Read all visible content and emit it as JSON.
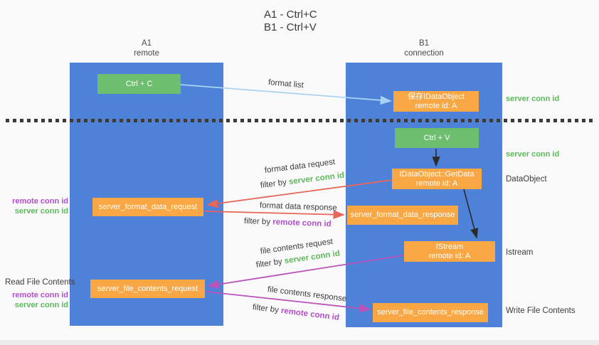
{
  "title": {
    "line1": "A1 - Ctrl+C",
    "line2": "B1 - Ctrl+V"
  },
  "columns": {
    "left": {
      "name": "A1",
      "subtitle": "remote"
    },
    "right": {
      "name": "B1",
      "subtitle": "connection"
    }
  },
  "nodes": {
    "ctrl_c": {
      "label": "Ctrl + C"
    },
    "ctrl_v": {
      "label": "Ctrl + V"
    },
    "save_dataobject": {
      "line1": "保存IDataObject",
      "line2": "remote id: A"
    },
    "getdata": {
      "line1": "IDataObject::GetData",
      "line2": "remote id: A"
    },
    "format_request": {
      "label": "server_format_data_request"
    },
    "format_response": {
      "label": "server_format_data_response"
    },
    "istream": {
      "line1": "IStream",
      "line2": "remote id: A"
    },
    "file_request": {
      "label": "server_file_contents_request"
    },
    "file_response": {
      "label": "server_file_contents_response"
    }
  },
  "flows": {
    "format_list": {
      "label": "format list"
    },
    "format_request": {
      "label": "format data request",
      "filter_prefix": "filter by",
      "filter_key": "server conn id"
    },
    "format_response": {
      "label": "format data response",
      "filter_prefix": "filter by",
      "filter_key": "remote conn id"
    },
    "file_request": {
      "label": "file contents request",
      "filter_prefix": "filter by",
      "filter_key": "server conn id"
    },
    "file_response": {
      "label": "file contents response",
      "filter_prefix": "filter by",
      "filter_key": "remote conn id"
    }
  },
  "side_labels": {
    "left_format": {
      "remote": "remote conn id",
      "server": "server conn id"
    },
    "read_file": "Read File Contents",
    "left_file": {
      "remote": "remote conn id",
      "server": "server conn id"
    },
    "server_conn_top": "server conn id",
    "server_conn_mid": "server conn id",
    "dataobject": "DataObject",
    "istream": "Istream",
    "write_file": "Write File Contents"
  },
  "colors": {
    "column_blue": "#4d82d8",
    "node_green": "#6ebe70",
    "node_orange": "#f9a744",
    "arrow_lightblue": "#a9d3f2",
    "arrow_red": "#e8655a",
    "arrow_magenta": "#bb53bb",
    "arrow_black": "#2b2b2b",
    "label_green": "#5cb85c",
    "label_purple": "#b14fc8",
    "text_dark": "#3d3d3d"
  }
}
